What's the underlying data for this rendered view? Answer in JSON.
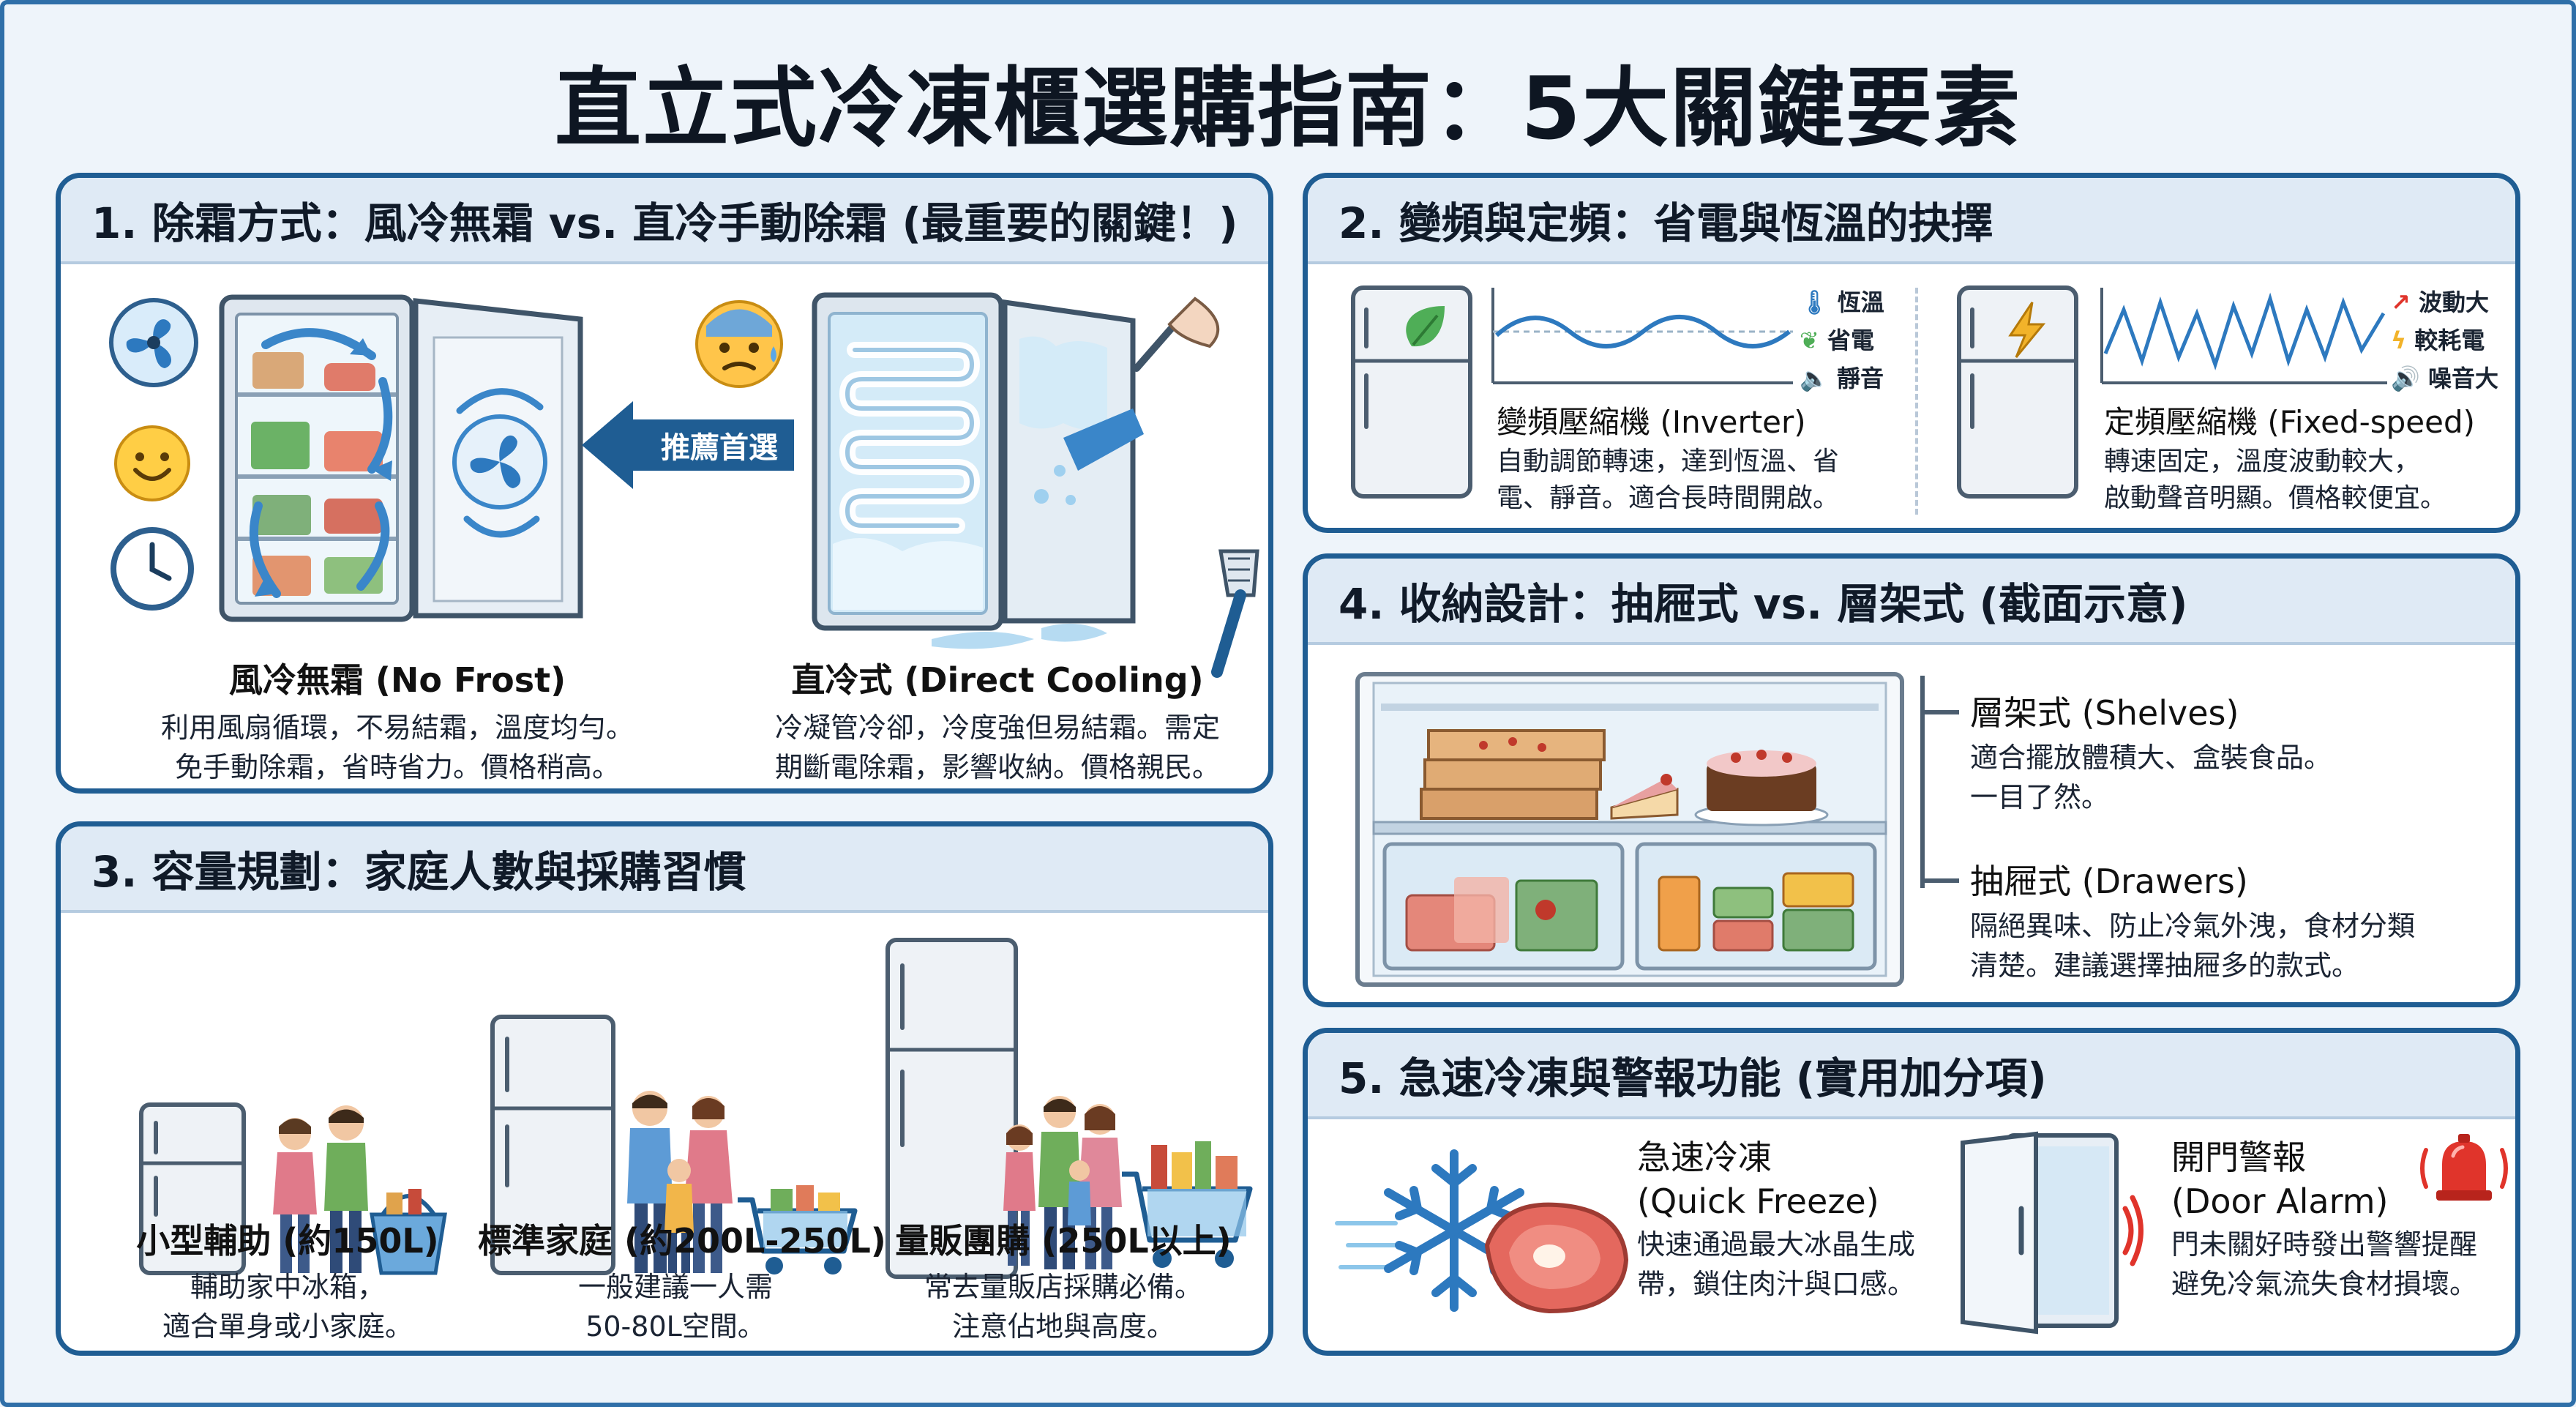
{
  "title": "直立式冷凍櫃選購指南：5大關鍵要素",
  "sections": {
    "defrost": {
      "heading": "1. 除霜方式：風冷無霜 vs. 直冷手動除霜 (最重要的關鍵！)",
      "badge": "推薦首選",
      "no_frost": {
        "title": "風冷無霜 (No Frost)",
        "line1": "利用風扇循環，不易結霜，溫度均勻。",
        "line2": "免手動除霜，省時省力。價格稍高。"
      },
      "direct": {
        "title": "直冷式 (Direct Cooling)",
        "line1": "冷凝管冷卻，冷度強但易結霜。需定",
        "line2": "期斷電除霜，影響收納。價格親民。"
      }
    },
    "inverter": {
      "heading": "2. 變頻與定頻：省電與恆溫的抉擇",
      "inverter_tags": [
        "恆溫",
        "省電",
        "靜音"
      ],
      "inverter_title": "變頻壓縮機 (Inverter)",
      "inverter_line1": "自動調節轉速，達到恆溫、省",
      "inverter_line2": "電、靜音。適合長時間開啟。",
      "fixed_tags": [
        "波動大",
        "較耗電",
        "噪音大"
      ],
      "fixed_title": "定頻壓縮機 (Fixed-speed)",
      "fixed_line1": "轉速固定，溫度波動較大，",
      "fixed_line2": "啟動聲音明顯。價格較便宜。"
    },
    "capacity": {
      "heading": "3. 容量規劃：家庭人數與採購習慣",
      "items": [
        {
          "title": "小型輔助 (約150L)",
          "line1": "輔助家中冰箱，",
          "line2": "適合單身或小家庭。"
        },
        {
          "title": "標準家庭 (約200L-250L)",
          "line1": "一般建議一人需",
          "line2": "50-80L空間。"
        },
        {
          "title": "量販團購 (250L以上)",
          "line1": "常去量販店採購必備。",
          "line2": "注意佔地與高度。"
        }
      ]
    },
    "storage": {
      "heading": "4. 收納設計：抽屜式 vs. 層架式 (截面示意)",
      "shelves_title": "層架式 (Shelves)",
      "shelves_line1": "適合擺放體積大、盒裝食品。",
      "shelves_line2": "一目了然。",
      "drawers_title": "抽屜式 (Drawers)",
      "drawers_line1": "隔絕異味、防止冷氣外洩，食材分類",
      "drawers_line2": "清楚。建議選擇抽屜多的款式。"
    },
    "freeze": {
      "heading": "5. 急速冷凍與警報功能 (實用加分項)",
      "quick_title1": "急速冷凍",
      "quick_title2": "(Quick Freeze)",
      "quick_line1": "快速通過最大冰晶生成",
      "quick_line2": "帶，鎖住肉汁與口感。",
      "alarm_title1": "開門警報",
      "alarm_title2": "(Door Alarm)",
      "alarm_line1": "門未關好時發出警響提醒",
      "alarm_line2": "避免冷氣流失食材損壞。"
    }
  },
  "colors": {
    "frame": "#1f5d93",
    "header_bg": "#dfeaf5",
    "accent_blue": "#1f5d93",
    "ice": "#cfe6f5",
    "alarm_red": "#e0342b"
  }
}
